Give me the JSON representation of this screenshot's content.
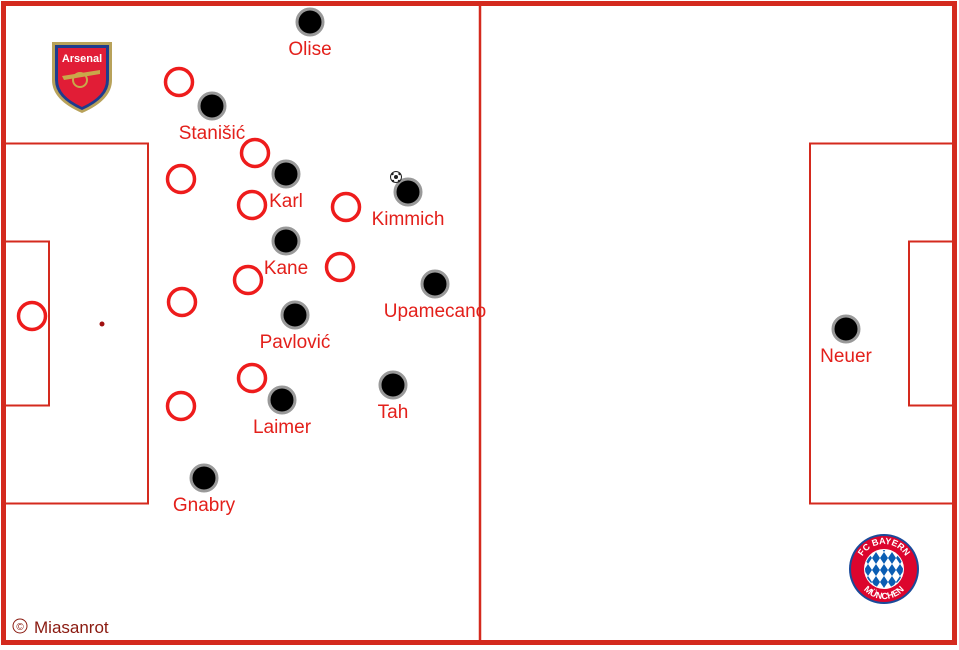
{
  "teams": {
    "home": {
      "name": "Arsenal",
      "logo_text": "Arsenal",
      "marker": "hollow-red-circle"
    },
    "away": {
      "name": "FC Bayern München",
      "logo_text": "FC BAYERN MÜNCHEN",
      "marker": "black-dot"
    }
  },
  "players": {
    "away": [
      {
        "name": "Olise"
      },
      {
        "name": "Stanišić"
      },
      {
        "name": "Karl"
      },
      {
        "name": "Kimmich"
      },
      {
        "name": "Kane"
      },
      {
        "name": "Upamecano"
      },
      {
        "name": "Pavlović"
      },
      {
        "name": "Tah"
      },
      {
        "name": "Laimer"
      },
      {
        "name": "Gnabry"
      },
      {
        "name": "Neuer"
      }
    ],
    "home_count": 11
  },
  "ball": {
    "holder": "Kimmich",
    "icon": "football-icon"
  },
  "credit": "Miasanrot",
  "credit_symbol": "©",
  "colors": {
    "pitch_lines": "#d42a1e",
    "labels": "#e3201b",
    "away_dot": "#000000",
    "away_ring": "#999999",
    "home_ring": "#ee1c1c"
  }
}
